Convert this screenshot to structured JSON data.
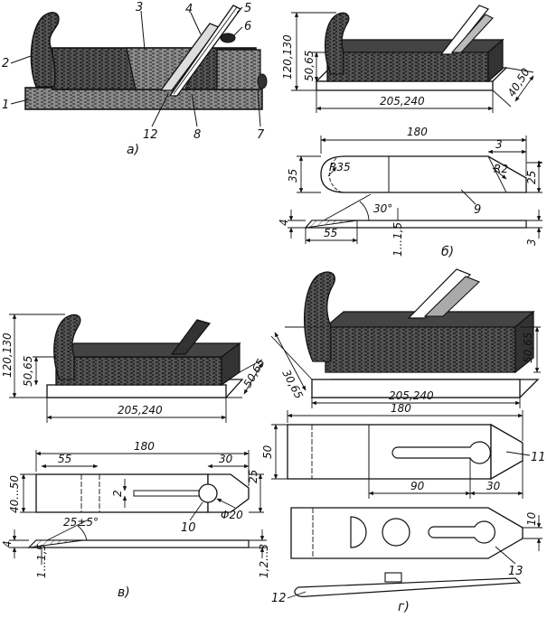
{
  "figure_a": {
    "caption": "а)",
    "callouts": [
      "1",
      "2",
      "3",
      "4",
      "5",
      "6",
      "7",
      "8",
      "12"
    ]
  },
  "figure_b": {
    "caption": "б)",
    "callouts": [
      "9"
    ],
    "dims": {
      "length": "205,240",
      "height": "120,130",
      "body_height": "50,65",
      "width": "40,50",
      "blade_length": "180",
      "bevel_len": "3",
      "radius_35": "R35",
      "radius_2": "R2",
      "blade_width": "35",
      "end_h": "25",
      "angle": "30°",
      "len_55": "55",
      "thick_a": "1...1,5",
      "thick_b": "3",
      "thick_c": "4"
    }
  },
  "figure_v": {
    "caption": "в)",
    "callouts": [
      "10"
    ],
    "dims": {
      "length": "205,240",
      "height": "120,130",
      "body_height": "50,65",
      "width": "50,65",
      "blade_length": "180",
      "len_55": "55",
      "len_30": "30",
      "blade_width": "40...50",
      "slot": "2",
      "hole": "Φ20",
      "end_h": "25",
      "angle": "25±5°",
      "thick_a": "1...1,5",
      "thick_b": "1,2...3",
      "thick_c": "4"
    }
  },
  "figure_g": {
    "caption": "г)",
    "callouts": [
      "11",
      "13",
      "12"
    ],
    "dims": {
      "length": "205,240",
      "body_height": "50,65",
      "width": "30,65",
      "blade_length": "180",
      "blade_width": "50",
      "len_90": "90",
      "len_30": "30",
      "thick": "10"
    }
  }
}
